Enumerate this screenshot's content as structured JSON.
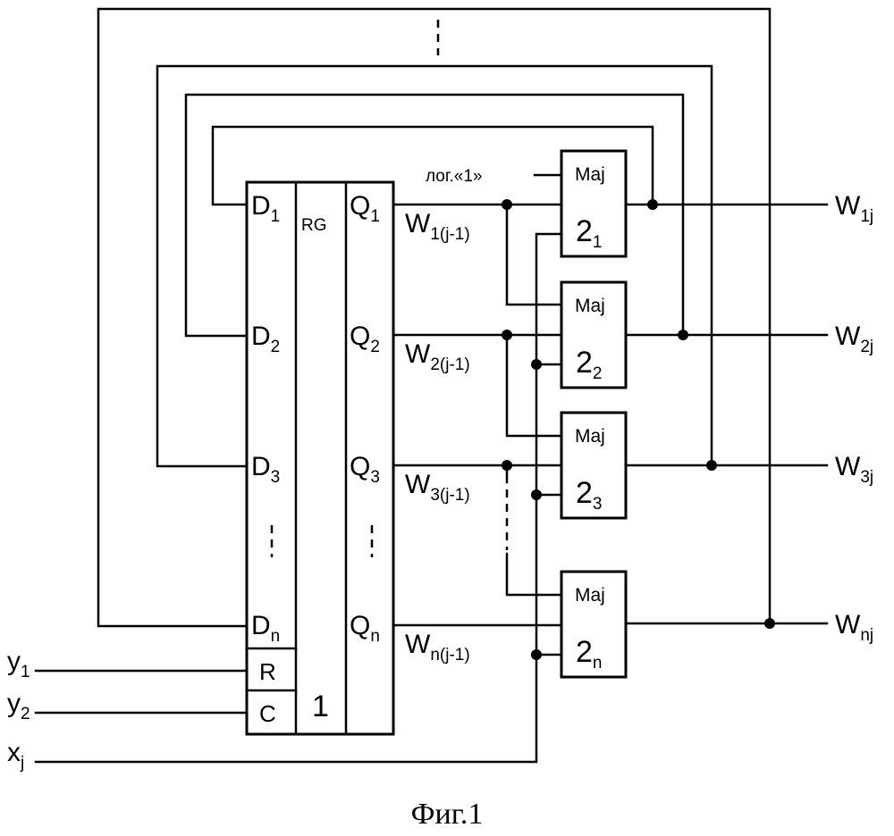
{
  "register": {
    "type_label": "RG",
    "ref_number": "1",
    "reset_label": "R",
    "clock_label": "C",
    "inputs": [
      {
        "letter": "D",
        "sub": "1"
      },
      {
        "letter": "D",
        "sub": "2"
      },
      {
        "letter": "D",
        "sub": "3"
      },
      {
        "letter": "D",
        "sub": "n"
      }
    ],
    "outputs": [
      {
        "letter": "Q",
        "sub": "1"
      },
      {
        "letter": "Q",
        "sub": "2"
      },
      {
        "letter": "Q",
        "sub": "3"
      },
      {
        "letter": "Q",
        "sub": "n"
      }
    ]
  },
  "prev_state_labels": [
    {
      "letter": "W",
      "sub": "1(j-1)"
    },
    {
      "letter": "W",
      "sub": "2(j-1)"
    },
    {
      "letter": "W",
      "sub": "3(j-1)"
    },
    {
      "letter": "W",
      "sub": "n(j-1)"
    }
  ],
  "majority_elements": [
    {
      "type_label": "Maj",
      "num": "2",
      "sub": "1"
    },
    {
      "type_label": "Maj",
      "num": "2",
      "sub": "2"
    },
    {
      "type_label": "Maj",
      "num": "2",
      "sub": "3"
    },
    {
      "type_label": "Maj",
      "num": "2",
      "sub": "n"
    }
  ],
  "outputs": [
    {
      "letter": "W",
      "sub": "1j"
    },
    {
      "letter": "W",
      "sub": "2j"
    },
    {
      "letter": "W",
      "sub": "3j"
    },
    {
      "letter": "W",
      "sub": "nj"
    }
  ],
  "inputs": [
    {
      "letter": "y",
      "sub": "1"
    },
    {
      "letter": "y",
      "sub": "2"
    },
    {
      "letter": "x",
      "sub": "j"
    }
  ],
  "logic_one_label": "лог.«1»",
  "caption": "Фиг.1"
}
